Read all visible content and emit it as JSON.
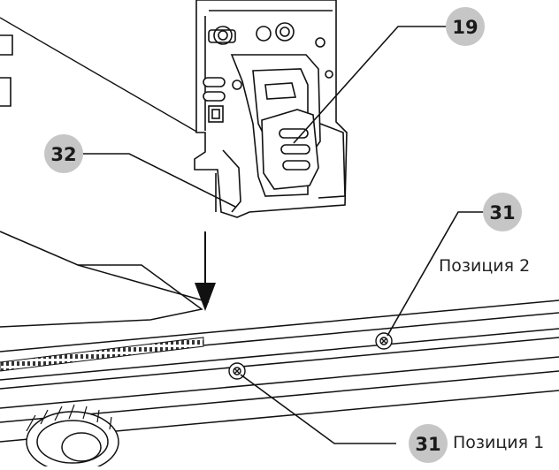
{
  "callouts": [
    {
      "id": "c19",
      "number": "19"
    },
    {
      "id": "c32",
      "number": "32"
    },
    {
      "id": "c31a",
      "number": "31"
    },
    {
      "id": "c31b",
      "number": "31"
    }
  ],
  "labels": {
    "position2": "Позиция 2",
    "position1": "Позиция 1"
  }
}
